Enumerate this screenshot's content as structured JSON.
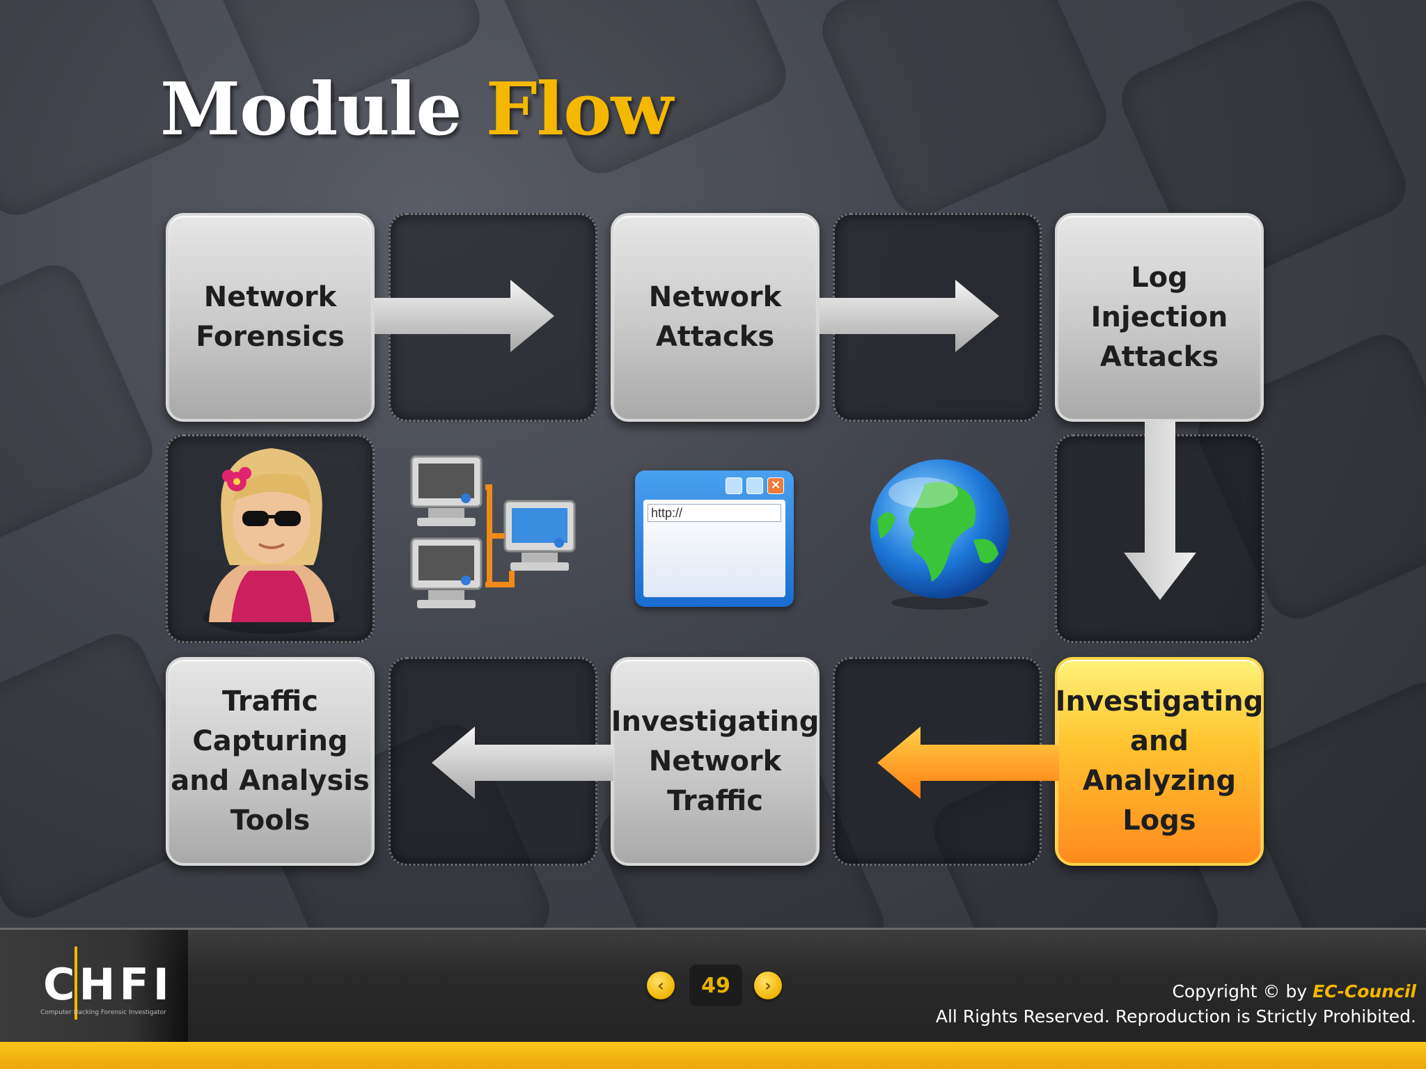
{
  "slide": {
    "title_part1": "Module",
    "title_part2": "Flow",
    "accent_color": "#f5b800",
    "active_color": "#ff9a20"
  },
  "flow": {
    "network_forensics": "Network\nForensics",
    "network_attacks": "Network\nAttacks",
    "log_injection_attacks": "Log\nInjection\nAttacks",
    "investigating_analyzing_logs": "Investigating\nand\nAnalyzing\nLogs",
    "investigating_network_traffic": "Investigating\nNetwork\nTraffic",
    "traffic_capturing_tools": "Traffic\nCapturing\nand Analysis\nTools"
  },
  "icons": {
    "user": "user-avatar-icon",
    "network": "network-computers-icon",
    "browser": "browser-window-icon",
    "globe": "globe-icon",
    "browser_url": "http://"
  },
  "footer": {
    "logo": "CHFI",
    "logo_sub": "Computer Hacking Forensic Investigator",
    "page_number": "49",
    "prev_icon": "chevron-left-icon",
    "next_icon": "chevron-right-icon",
    "copyright_prefix": "Copyright © by",
    "copyright_brand": "EC-Council",
    "rights": "All Rights Reserved. Reproduction is Strictly Prohibited."
  }
}
